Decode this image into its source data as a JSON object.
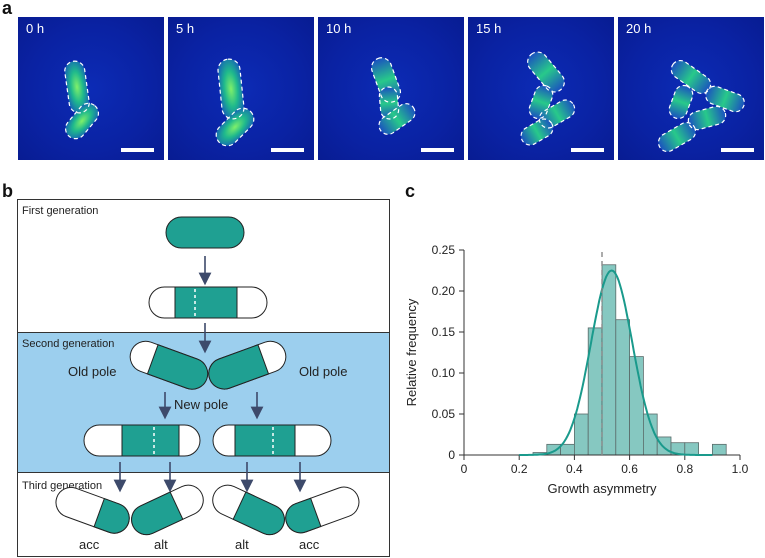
{
  "panels": {
    "a": "a",
    "b": "b",
    "c": "c"
  },
  "timelapse": {
    "frames": [
      {
        "label": "0 h"
      },
      {
        "label": "5 h"
      },
      {
        "label": "10 h"
      },
      {
        "label": "15 h"
      },
      {
        "label": "20 h"
      }
    ]
  },
  "schematic": {
    "first_generation": "First generation",
    "second_generation": "Second generation",
    "third_generation": "Third generation",
    "old_pole_left": "Old pole",
    "old_pole_right": "Old pole",
    "new_pole": "New pole",
    "acc_left": "acc",
    "alt_left": "alt",
    "alt_right": "alt",
    "acc_right": "acc",
    "colors": {
      "cell_fill": "#1fa092",
      "second_gen_bg": "#9ccfee",
      "arrow": "#3d4a6b"
    }
  },
  "chart_data": {
    "type": "bar",
    "xlabel": "Growth asymmetry",
    "ylabel": "Relative frequency",
    "xlim": [
      0,
      1
    ],
    "ylim": [
      0,
      0.25
    ],
    "xticks": [
      "0",
      "0.2",
      "0.4",
      "0.6",
      "0.8",
      "1.0"
    ],
    "yticks": [
      "0",
      "0.05",
      "0.10",
      "0.15",
      "0.20",
      "0.25"
    ],
    "bin_width": 0.05,
    "bins": [
      {
        "x": 0.275,
        "y": 0.003
      },
      {
        "x": 0.325,
        "y": 0.013
      },
      {
        "x": 0.375,
        "y": 0.013
      },
      {
        "x": 0.425,
        "y": 0.05
      },
      {
        "x": 0.475,
        "y": 0.155
      },
      {
        "x": 0.525,
        "y": 0.232
      },
      {
        "x": 0.575,
        "y": 0.165
      },
      {
        "x": 0.625,
        "y": 0.12
      },
      {
        "x": 0.675,
        "y": 0.05
      },
      {
        "x": 0.725,
        "y": 0.022
      },
      {
        "x": 0.775,
        "y": 0.015
      },
      {
        "x": 0.825,
        "y": 0.015
      },
      {
        "x": 0.875,
        "y": 0.0
      },
      {
        "x": 0.925,
        "y": 0.013
      }
    ],
    "fit": {
      "type": "gaussian",
      "mean": 0.535,
      "sd": 0.075,
      "peak": 0.225,
      "color": "#1a9a8c"
    },
    "reference_line": {
      "x": 0.5,
      "style": "dashed"
    },
    "bar_color": "#86c8c1"
  }
}
